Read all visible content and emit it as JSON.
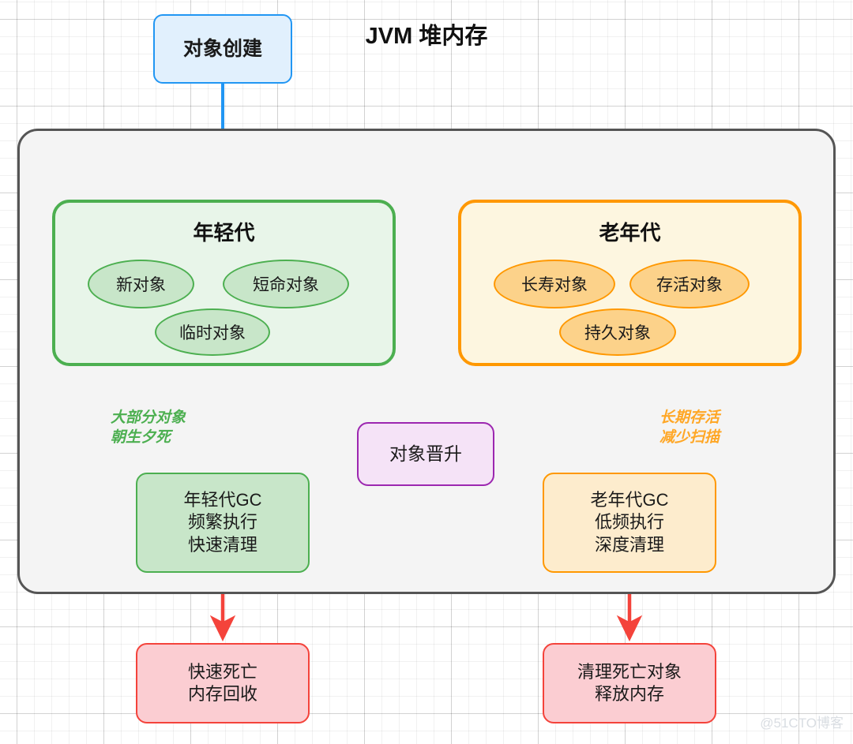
{
  "diagram": {
    "title": "JVM 堆内存",
    "watermark": "@51CTO博客"
  },
  "nodes": {
    "object_creation": {
      "label": "对象创建",
      "color": "#2196f3",
      "fill": "#e1f0fd"
    },
    "young_gen": {
      "title": "年轻代",
      "color": "#4caf50",
      "fill": "#e8f5e9",
      "items": [
        "新对象",
        "短命对象",
        "临时对象"
      ]
    },
    "old_gen": {
      "title": "老年代",
      "color": "#ff9800",
      "fill": "#fdf6e0",
      "items": [
        "长寿对象",
        "存活对象",
        "持久对象"
      ]
    },
    "young_gc": {
      "lines": [
        "年轻代GC",
        "频繁执行",
        "快速清理"
      ],
      "color": "#4caf50",
      "fill": "#c8e6c9"
    },
    "old_gc": {
      "lines": [
        "老年代GC",
        "低频执行",
        "深度清理"
      ],
      "color": "#ff9800",
      "fill": "#fdeccd"
    },
    "promotion": {
      "label": "对象晋升",
      "color": "#9c27b0",
      "fill": "#f5e3f7"
    },
    "young_result": {
      "lines": [
        "快速死亡",
        "内存回收"
      ],
      "color": "#f4433b",
      "fill": "#fbcdd2"
    },
    "old_result": {
      "lines": [
        "清理死亡对象",
        "释放内存"
      ],
      "color": "#f4433b",
      "fill": "#fbcdd2"
    }
  },
  "edges": {
    "creation_to_young": {
      "color": "#2196f3",
      "label": ""
    },
    "young_to_gc": {
      "color": "#4caf50",
      "label_lines": [
        "大部分对象",
        "朝生夕死"
      ]
    },
    "old_to_gc": {
      "color": "#ffa726",
      "label_lines": [
        "长期存活",
        "减少扫描"
      ]
    },
    "gc_to_promotion": {
      "color": "#9c27b0",
      "label": ""
    },
    "promotion_to_old": {
      "color": "#9c27b0",
      "label": ""
    },
    "young_gc_to_result": {
      "color": "#f4433b",
      "label": ""
    },
    "old_gc_to_result": {
      "color": "#f4433b",
      "label": ""
    }
  }
}
